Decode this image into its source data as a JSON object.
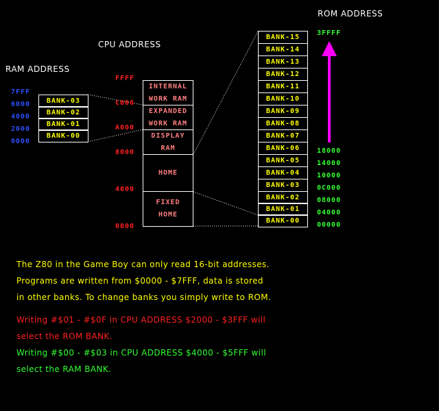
{
  "headers": {
    "rom": "ROM ADDRESS",
    "cpu": "CPU ADDRESS",
    "ram": "RAM ADDRESS"
  },
  "ram": {
    "addresses": [
      "7FFF",
      "6000",
      "4000",
      "2000",
      "0000"
    ],
    "banks": [
      "BANK-03",
      "BANK-02",
      "BANK-01",
      "BANK-00"
    ],
    "color": "#2f4fff"
  },
  "cpu": {
    "addresses": [
      "FFFF",
      "C000",
      "A000",
      "8000",
      "4000",
      "0000"
    ],
    "regions": [
      {
        "line1": "INTERNAL",
        "line2": "WORK RAM"
      },
      {
        "line1": "EXPANDED",
        "line2": "WORK RAM"
      },
      {
        "line1": "DISPLAY",
        "line2": "RAM"
      },
      {
        "line1": "HOME",
        "line2": ""
      },
      {
        "line1": "FIXED",
        "line2": "HOME"
      }
    ],
    "color": "#ff2020"
  },
  "rom": {
    "top_address": "3FFFF",
    "addresses": [
      "18000",
      "14000",
      "10000",
      "0C000",
      "08000",
      "04000",
      "00000"
    ],
    "banks": [
      "BANK-15",
      "BANK-14",
      "BANK-13",
      "BANK-12",
      "BANK-11",
      "BANK-10",
      "BANK-09",
      "BANK-08",
      "BANK-07",
      "BANK-06",
      "BANK-05",
      "BANK-04",
      "BANK-03",
      "BANK-02",
      "BANK-01",
      "BANK-00"
    ],
    "color": "#33ff33",
    "arrow_color": "#ff00ff"
  },
  "description": {
    "line1": "The Z80 in the Game Boy can only read 16-bit addresses.",
    "line2": "Programs are written from $0000 - $7FFF, data is stored",
    "line3": "in other banks. To change banks you simply write to ROM.",
    "line4": "Writing #$01 - #$0F in CPU ADDRESS $2000 - $3FFF will",
    "line5": "select the ROM BANK.",
    "line6": "Writing #$00 - #$03 in CPU ADDRESS $4000 - $5FFF will",
    "line7": "select the RAM BANK."
  }
}
